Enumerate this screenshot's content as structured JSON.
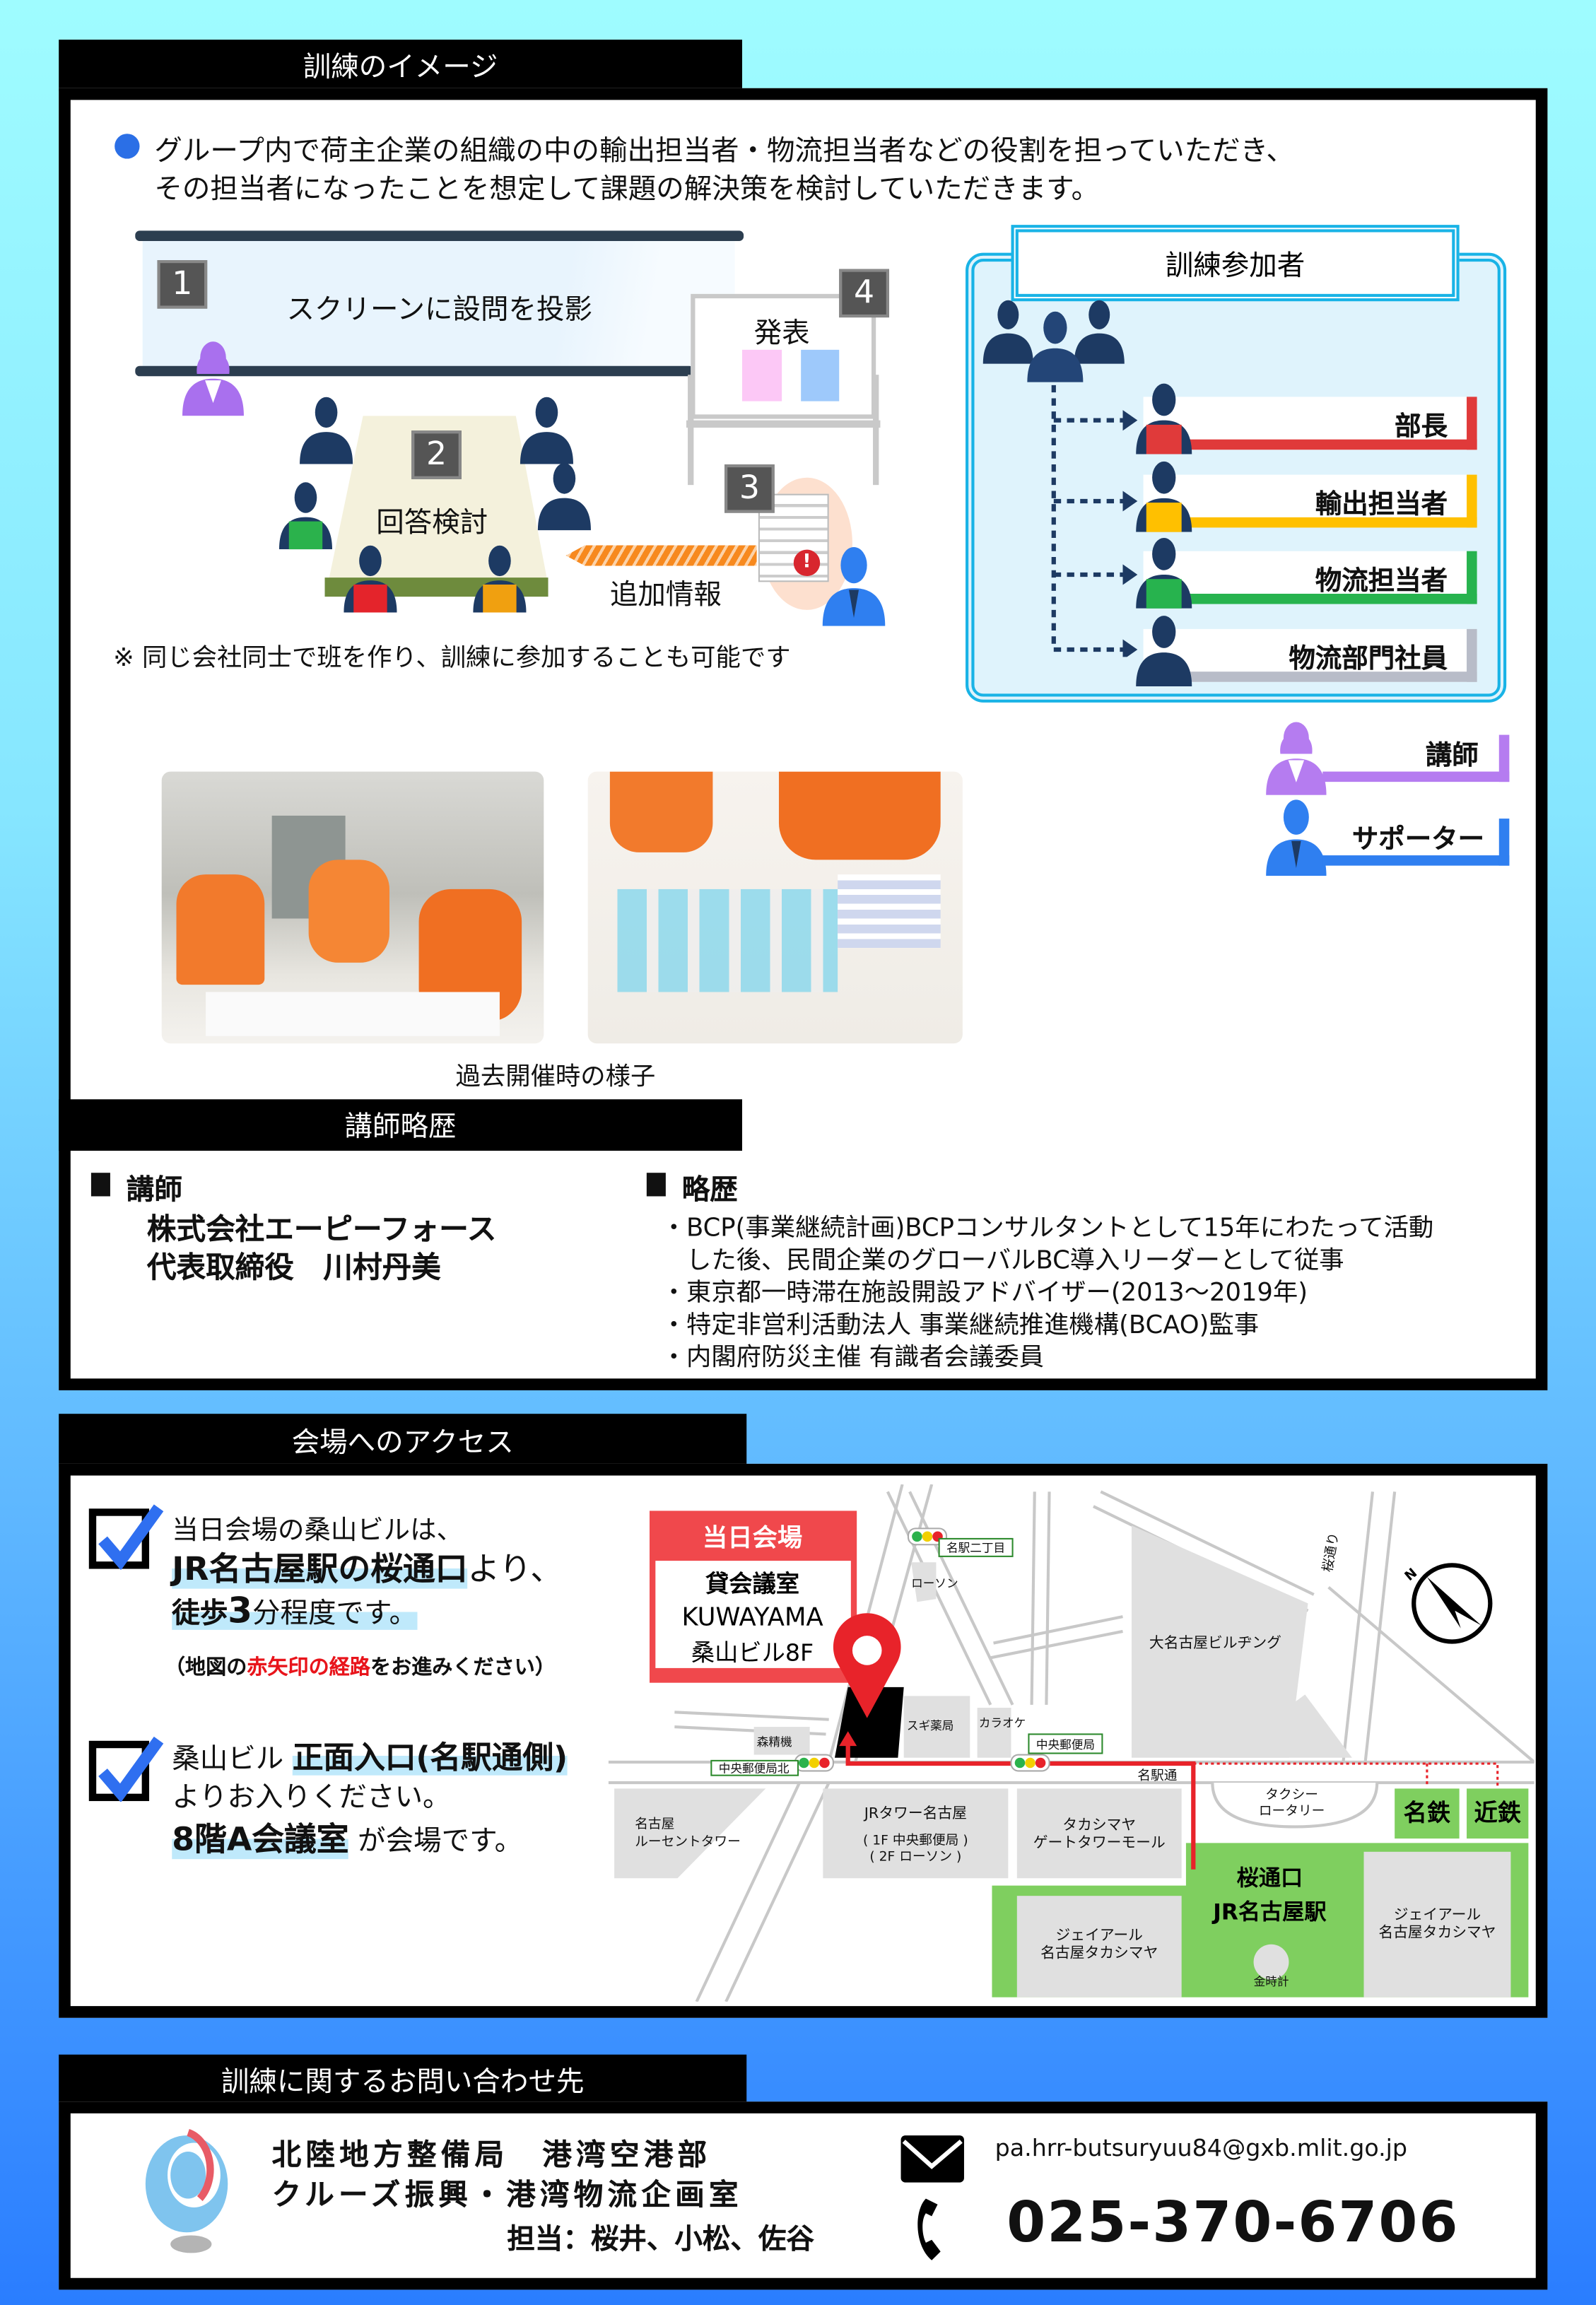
{
  "section_training": {
    "title": "訓練のイメージ",
    "intro_line1": "グループ内で荷主企業の組織の中の輸出担当者・物流担当者などの役割を担っていただき、",
    "intro_line2": "その担当者になったことを想定して課題の解決策を検討していただきます。",
    "steps": [
      {
        "number": "1",
        "label": "スクリーンに設問を投影"
      },
      {
        "number": "2",
        "label": "回答検討"
      },
      {
        "number": "3",
        "label": "追加情報"
      },
      {
        "number": "4",
        "label": "発表"
      }
    ],
    "note": "※ 同じ会社同士で班を作り、訓練に参加することも可能です",
    "participants_title": "訓練参加者",
    "participants": [
      {
        "label": "部長",
        "color": "#e03a3a"
      },
      {
        "label": "輸出担当者",
        "color": "#ffc000"
      },
      {
        "label": "物流担当者",
        "color": "#27b34e"
      },
      {
        "label": "物流部門社員",
        "color": "#b8bcc8"
      }
    ],
    "legend": [
      {
        "label": "講師",
        "color": "#b57cf0"
      },
      {
        "label": "サポーター",
        "color": "#2f7ff0"
      }
    ],
    "photo_caption": "過去開催時の様子"
  },
  "section_instructor": {
    "title": "講師略歴",
    "instructor_heading": "講師",
    "company": "株式会社エーピーフォース",
    "name": "代表取締役　川村丹美",
    "history_heading": "略歴",
    "history": [
      "BCP(事業継続計画)BCPコンサルタントとして15年にわたって活動",
      "した後、民間企業のグローバルBC導入リーダーとして従事",
      "東京都一時滞在施設開設アドバイザー(2013～2019年)",
      "特定非営利活動法人 事業継続推進機構(BCAO)監事",
      "内閣府防災主催 有識者会議委員"
    ]
  },
  "section_access": {
    "title": "会場へのアクセス",
    "item1": {
      "line1": "当日会場の桑山ビルは、",
      "line2_hl": "JR名古屋駅の桜通口",
      "line2_rest": "より、",
      "line3_a": "徒歩",
      "line3_num": "3",
      "line3_b": "分程度です。",
      "note_a": "（地図の",
      "note_red": "赤矢印の経路",
      "note_b": "をお進みください）"
    },
    "item2": {
      "line1_a": "桑山ビル",
      "line1_hl": "正面入口(名駅通側)",
      "line2": "よりお入りください。",
      "line3_hl": "8階A会議室",
      "line3_rest": "が会場です。"
    },
    "map": {
      "venue_header": "当日会場",
      "venue_line1": "貸会議室",
      "venue_line2": "KUWAYAMA",
      "venue_line3": "桑山ビル8F",
      "signals": [
        "名駅二丁目",
        "中央郵便局北",
        "中央郵便局"
      ],
      "road_meieki": "名駅通",
      "road_sakura": "桜通り",
      "lawson": "ローソン",
      "moriseiki": "森精機",
      "sugi": "スギ薬局",
      "karaoke": "カラオケ",
      "dainagoya": "大名古屋ビルヂング",
      "lucent_1": "名古屋",
      "lucent_2": "ルーセントタワー",
      "jrtower_1": "JRタワー名古屋",
      "jrtower_2": "( 1F 中央郵便局 )",
      "jrtower_3": "( 2F ローソン )",
      "gate_1": "タカシマヤ",
      "gate_2": "ゲートタワーモール",
      "taxi_1": "タクシー",
      "taxi_2": "ロータリー",
      "meitetsu": "名鉄",
      "kintetsu": "近鉄",
      "station_1": "桜通口",
      "station_2": "JR名古屋駅",
      "jr_takashimaya_1": "ジェイアール",
      "jr_takashimaya_2": "名古屋タカシマヤ",
      "kindokei": "金時計",
      "compass": "N"
    }
  },
  "section_contact": {
    "title": "訓練に関するお問い合わせ先",
    "org_line1": "北陸地方整備局　港湾空港部",
    "org_line2": "クルーズ振興・港湾物流企画室",
    "staff": "担当：桜井、小松、佐谷",
    "email": "pa.hrr-butsuryuu84@gxb.mlit.go.jp",
    "phone": "025-370-6706"
  }
}
